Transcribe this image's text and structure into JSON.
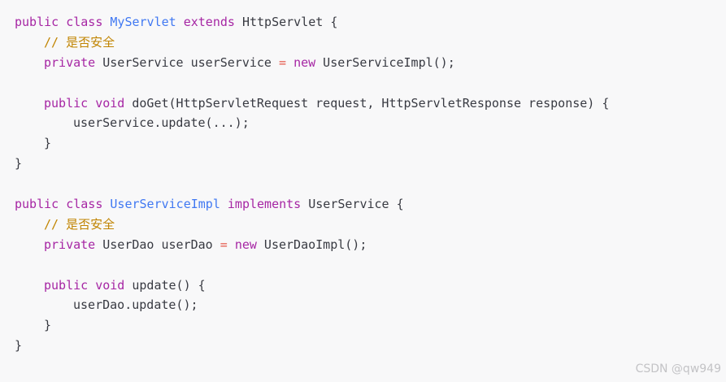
{
  "code": {
    "l1": {
      "t1": "public",
      "t2": " ",
      "t3": "class",
      "t4": " ",
      "t5": "MyServlet",
      "t6": " ",
      "t7": "extends",
      "t8": " HttpServlet {"
    },
    "l2": {
      "t1": "// 是否安全"
    },
    "l3": {
      "t1": "private",
      "t2": " UserService userService ",
      "t3": "=",
      "t4": " ",
      "t5": "new",
      "t6": " UserServiceImpl();"
    },
    "l5": {
      "t1": "public",
      "t2": " ",
      "t3": "void",
      "t4": " doGet(HttpServletRequest request, HttpServletResponse response) {"
    },
    "l6": {
      "t1": "userService.update(...);"
    },
    "l7": {
      "t1": "}"
    },
    "l8": {
      "t1": "}"
    },
    "l10": {
      "t1": "public",
      "t2": " ",
      "t3": "class",
      "t4": " ",
      "t5": "UserServiceImpl",
      "t6": " ",
      "t7": "implements",
      "t8": " UserService {"
    },
    "l11": {
      "t1": "// 是否安全"
    },
    "l12": {
      "t1": "private",
      "t2": " UserDao userDao ",
      "t3": "=",
      "t4": " ",
      "t5": "new",
      "t6": " UserDaoImpl();"
    },
    "l14": {
      "t1": "public",
      "t2": " ",
      "t3": "void",
      "t4": " update() {"
    },
    "l15": {
      "t1": "userDao.update();"
    },
    "l16": {
      "t1": "}"
    },
    "l17": {
      "t1": "}"
    }
  },
  "watermark": "CSDN @qw949",
  "colors": {
    "background": "#f8f8f9",
    "keyword": "#a626a4",
    "class_name": "#4078f2",
    "comment": "#c18401",
    "operator": "#e45649",
    "text": "#383a42"
  }
}
